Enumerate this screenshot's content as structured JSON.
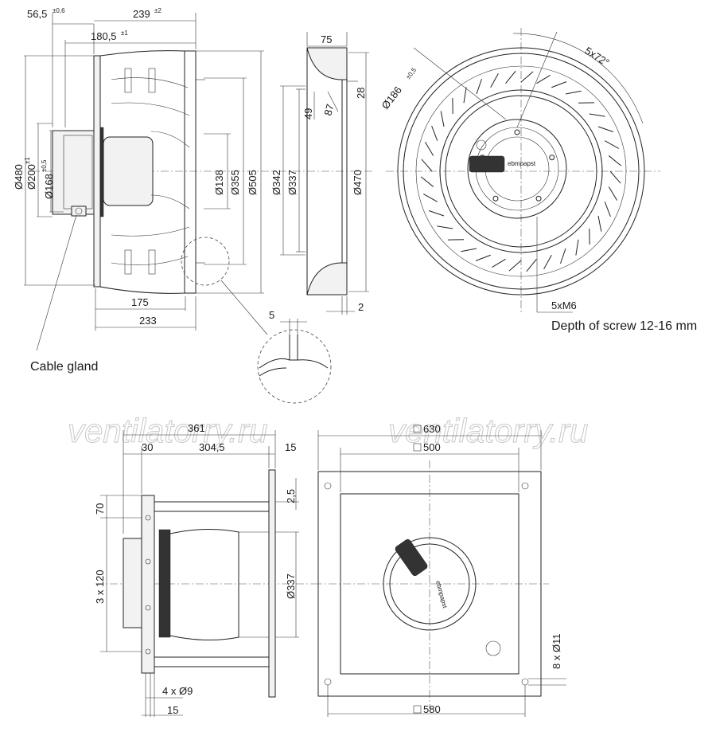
{
  "watermarks": [
    "ventilatorry.ru",
    "ventilatorry.ru"
  ],
  "side_view": {
    "dim_56_5": "56,5",
    "tol_56_5": "±0,6",
    "dim_239": "239",
    "tol_239": "±2",
    "dim_180_5": "180,5",
    "tol_180_5": "±1",
    "dim_480": "Ø480",
    "dim_200": "Ø200",
    "tol_200": "±1",
    "dim_168": "Ø168",
    "tol_168": "±0,5",
    "dim_138": "Ø138",
    "dim_355": "Ø355",
    "dim_505": "Ø505",
    "dim_175": "175",
    "dim_233": "233",
    "cable_gland_label": "Cable gland"
  },
  "section_view": {
    "dim_75": "75",
    "dim_28": "28",
    "dim_49": "49",
    "dim_87": "87",
    "dim_342": "Ø342",
    "dim_337": "Ø337",
    "dim_470": "Ø470",
    "dim_2": "2",
    "dim_5": "5"
  },
  "front_view": {
    "dim_186": "Ø186",
    "tol_186": "±0,5",
    "dim_5x72": "5x72°",
    "dim_5xM6": "5xM6",
    "screw_depth": "Depth of screw 12-16 mm",
    "brand": "ebmpapst"
  },
  "mount_side_view": {
    "dim_361": "361",
    "dim_30": "30",
    "dim_304_5": "304,5",
    "dim_15_top": "15",
    "dim_2_5": "2,5",
    "dim_70": "70",
    "dim_3x120": "3 x 120",
    "dim_337": "Ø337",
    "dim_4x9": "4 x Ø9",
    "dim_15_bottom": "15"
  },
  "mount_front_view": {
    "dim_630": "630",
    "dim_500": "500",
    "dim_580": "580",
    "dim_8x11": "8 x Ø11",
    "brand": "ebmpapst"
  }
}
